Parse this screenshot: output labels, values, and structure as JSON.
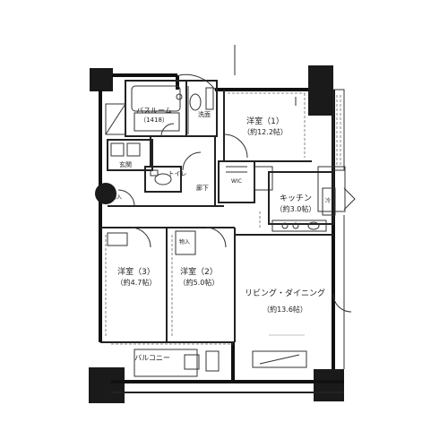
{
  "rooms": {
    "western_room_1": {
      "name": "洋室（1）",
      "size": "（約12.2帖）"
    },
    "western_room_2": {
      "name": "洋室（2）",
      "size": "（約5.0帖）"
    },
    "western_room_3": {
      "name": "洋室（3）",
      "size": "（約4.7帖）"
    },
    "kitchen": {
      "name": "キッチン",
      "size": "（約3.0帖）"
    },
    "ldk": {
      "name": "リビング・ダイニング",
      "size": "（約13.6帖）"
    },
    "bathroom": {
      "name": "バスルーム",
      "size": "（1418）"
    },
    "washroom": {
      "name": "洗面",
      "size": ""
    },
    "entrance": {
      "name": "玄関",
      "size": ""
    },
    "hall": {
      "name": "廊下",
      "size": ""
    },
    "toilet": {
      "name": "トイレ",
      "size": ""
    },
    "balcony": {
      "name": "バルコニー",
      "size": ""
    }
  },
  "small_labels": {
    "closet_label": "物入",
    "wic_label": "WIC",
    "fridge_label": "冷",
    "closet_label_2": "物入"
  }
}
